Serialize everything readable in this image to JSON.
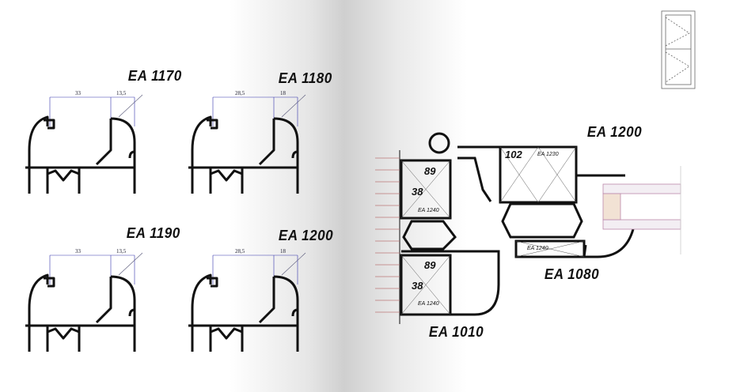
{
  "profiles": [
    {
      "code": "EA 1170",
      "dims": [
        "33",
        "13,5"
      ]
    },
    {
      "code": "EA 1180",
      "dims": [
        "28,5",
        "18"
      ]
    },
    {
      "code": "EA 1190",
      "dims": [
        "33",
        "13,5"
      ]
    },
    {
      "code": "EA 1200",
      "dims": [
        "28,5",
        "18"
      ]
    }
  ],
  "assembly": {
    "labels": {
      "top": "EA 1200",
      "middle": "EA 1080",
      "bottom": "EA 1010"
    },
    "upper_box": {
      "a": "89",
      "b": "38",
      "code": "EA 1240"
    },
    "lower_box": {
      "a": "89",
      "b": "38",
      "code": "EA 1240"
    },
    "sash_box": {
      "a": "102",
      "code": "EA 1230"
    },
    "bottom_box": {
      "code": "EA 1240"
    }
  }
}
